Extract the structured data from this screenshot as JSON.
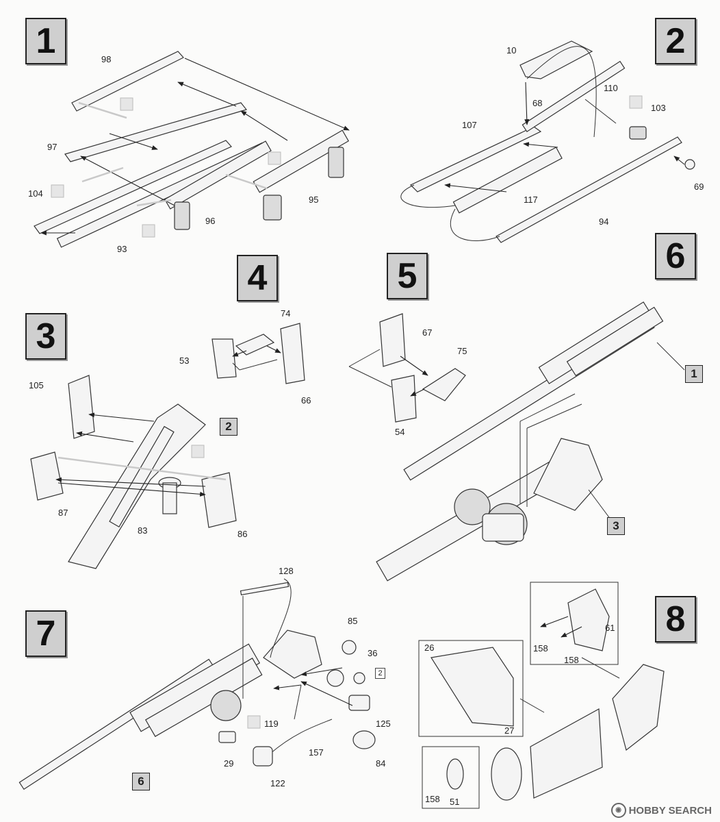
{
  "steps": {
    "s1": "1",
    "s2": "2",
    "s3": "3",
    "s4": "4",
    "s5": "5",
    "s6": "6",
    "s7": "7",
    "s8": "8"
  },
  "refs": {
    "ref_2_in_3": "2",
    "ref_1_in_6": "1",
    "ref_3_in_6": "3",
    "ref_6_in_7": "6",
    "ref_2_in_7": "2"
  },
  "parts": {
    "p98": "98",
    "p97": "97",
    "p104": "104",
    "p93": "93",
    "p96": "96",
    "p95": "95",
    "p10": "10",
    "p68": "68",
    "p110": "110",
    "p103": "103",
    "p107": "107",
    "p69": "69",
    "p117": "117",
    "p94": "94",
    "p74": "74",
    "p53": "53",
    "p66": "66",
    "p67": "67",
    "p75": "75",
    "p54": "54",
    "p105": "105",
    "p87": "87",
    "p83": "83",
    "p86": "86",
    "p128": "128",
    "p85": "85",
    "p36": "36",
    "p119": "119",
    "p125": "125",
    "p29": "29",
    "p157": "157",
    "p84": "84",
    "p122": "122",
    "p26": "26",
    "p27": "27",
    "p158a": "158",
    "p158b": "158",
    "p61": "61",
    "p158c": "158",
    "p51": "51"
  },
  "watermark": {
    "text": "HOBBY SEARCH"
  },
  "icons": [
    "glue-icon",
    "arrow-icon"
  ]
}
